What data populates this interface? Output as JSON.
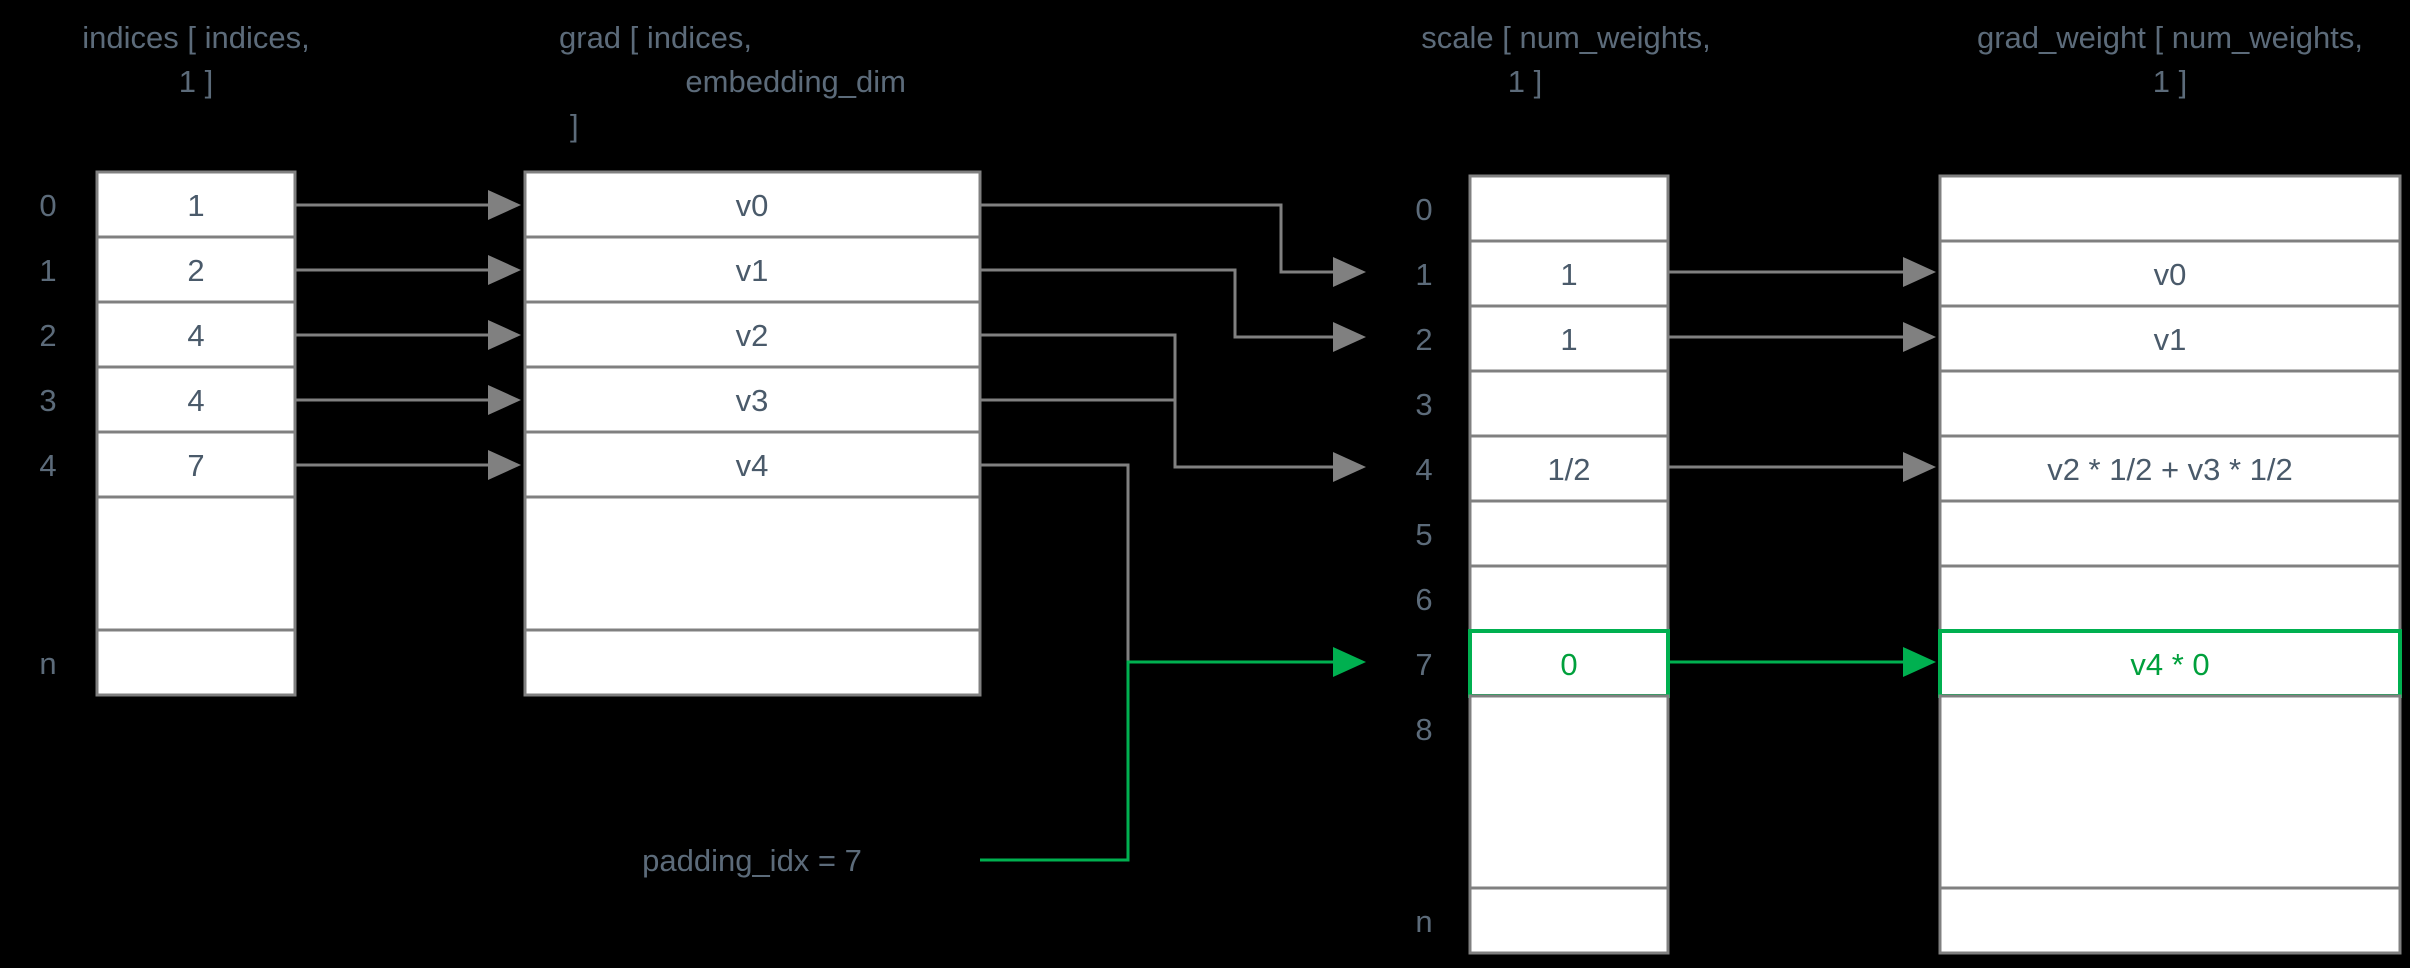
{
  "diagram": {
    "title_note": "padding_idx = 7",
    "colors": {
      "background": "#000000",
      "cell_fill": "#ffffff",
      "cell_stroke": "#808080",
      "text": "#5c6b7a",
      "highlight": "#00b050",
      "wire": "#808080"
    }
  },
  "tables": {
    "indices": {
      "header_lines": [
        "indices [ indices,",
        "1 ]"
      ],
      "row_labels": [
        "0",
        "1",
        "2",
        "3",
        "4",
        "",
        "n"
      ],
      "values": [
        "1",
        "2",
        "4",
        "4",
        "7",
        "",
        ""
      ]
    },
    "grad": {
      "header_lines": [
        "grad [ indices,",
        "embedding_dim",
        "]"
      ],
      "row_labels": [
        "",
        "",
        "",
        "",
        "",
        "",
        ""
      ],
      "values": [
        "v0",
        "v1",
        "v2",
        "v3",
        "v4",
        "",
        ""
      ]
    },
    "scale": {
      "header_lines": [
        "scale [ num_weights,",
        "1 ]"
      ],
      "row_labels": [
        "0",
        "1",
        "2",
        "3",
        "4",
        "5",
        "6",
        "7",
        "8",
        "n"
      ],
      "values": [
        "",
        "1",
        "1",
        "",
        "1/2",
        "",
        "",
        "0",
        "",
        ""
      ],
      "highlight_row": 7
    },
    "grad_weight": {
      "header_lines": [
        "grad_weight [ num_weights,",
        "1 ]"
      ],
      "row_labels": [
        "",
        "",
        "",
        "",
        "",
        "",
        "",
        "",
        "",
        ""
      ],
      "values": [
        "",
        "v0",
        "v1",
        "",
        "v2 * 1/2 + v3 * 1/2",
        "",
        "",
        "v4  * 0",
        "",
        ""
      ],
      "highlight_row": 7
    }
  },
  "mappings": {
    "indices_to_grad": [
      {
        "from": 0,
        "to": 0
      },
      {
        "from": 1,
        "to": 1
      },
      {
        "from": 2,
        "to": 2
      },
      {
        "from": 3,
        "to": 3
      },
      {
        "from": 4,
        "to": 4
      }
    ],
    "grad_to_scale": [
      {
        "from": 0,
        "to": 1
      },
      {
        "from": 1,
        "to": 2
      },
      {
        "from": 2,
        "to": 4
      },
      {
        "from": 3,
        "to": 4
      },
      {
        "from": 4,
        "to": 7,
        "highlight": true
      }
    ],
    "scale_to_grad_weight": [
      {
        "from": 1,
        "to": 1
      },
      {
        "from": 2,
        "to": 2
      },
      {
        "from": 4,
        "to": 4
      },
      {
        "from": 7,
        "to": 7,
        "highlight": true
      }
    ]
  }
}
